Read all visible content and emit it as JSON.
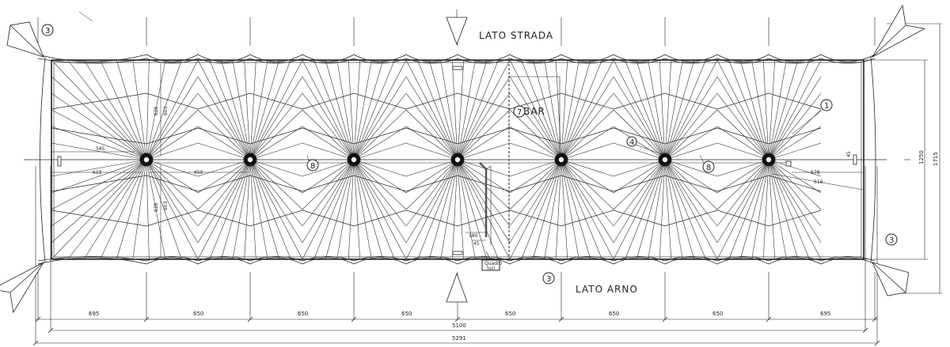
{
  "labels": {
    "street_side": "LATO STRADA",
    "river_side": "LATO ARNO",
    "bar": "BAR",
    "light_box": [
      "Quadro",
      "luci"
    ]
  },
  "markers": {
    "m1": "1",
    "m3a": "3",
    "m3b": "3",
    "m3c": "3",
    "m4": "4",
    "m7": "7",
    "m8a": "8",
    "m8b": "8"
  },
  "dimensions": {
    "bays": [
      "695",
      "650",
      "650",
      "650",
      "650",
      "650",
      "650",
      "695"
    ],
    "total_inner": "5100",
    "total_outer": "5291",
    "height_inner": "1250",
    "height_outer": "1715",
    "left_585": "585",
    "left_619": "619",
    "left_650": "650",
    "v_626_top": "626",
    "v_603_top": "603",
    "v_626_bot": "626",
    "v_603_bot": "603",
    "right_578": "578",
    "right_619": "619",
    "right_45": "45",
    "mid_180": "180",
    "mid_45": "45"
  }
}
